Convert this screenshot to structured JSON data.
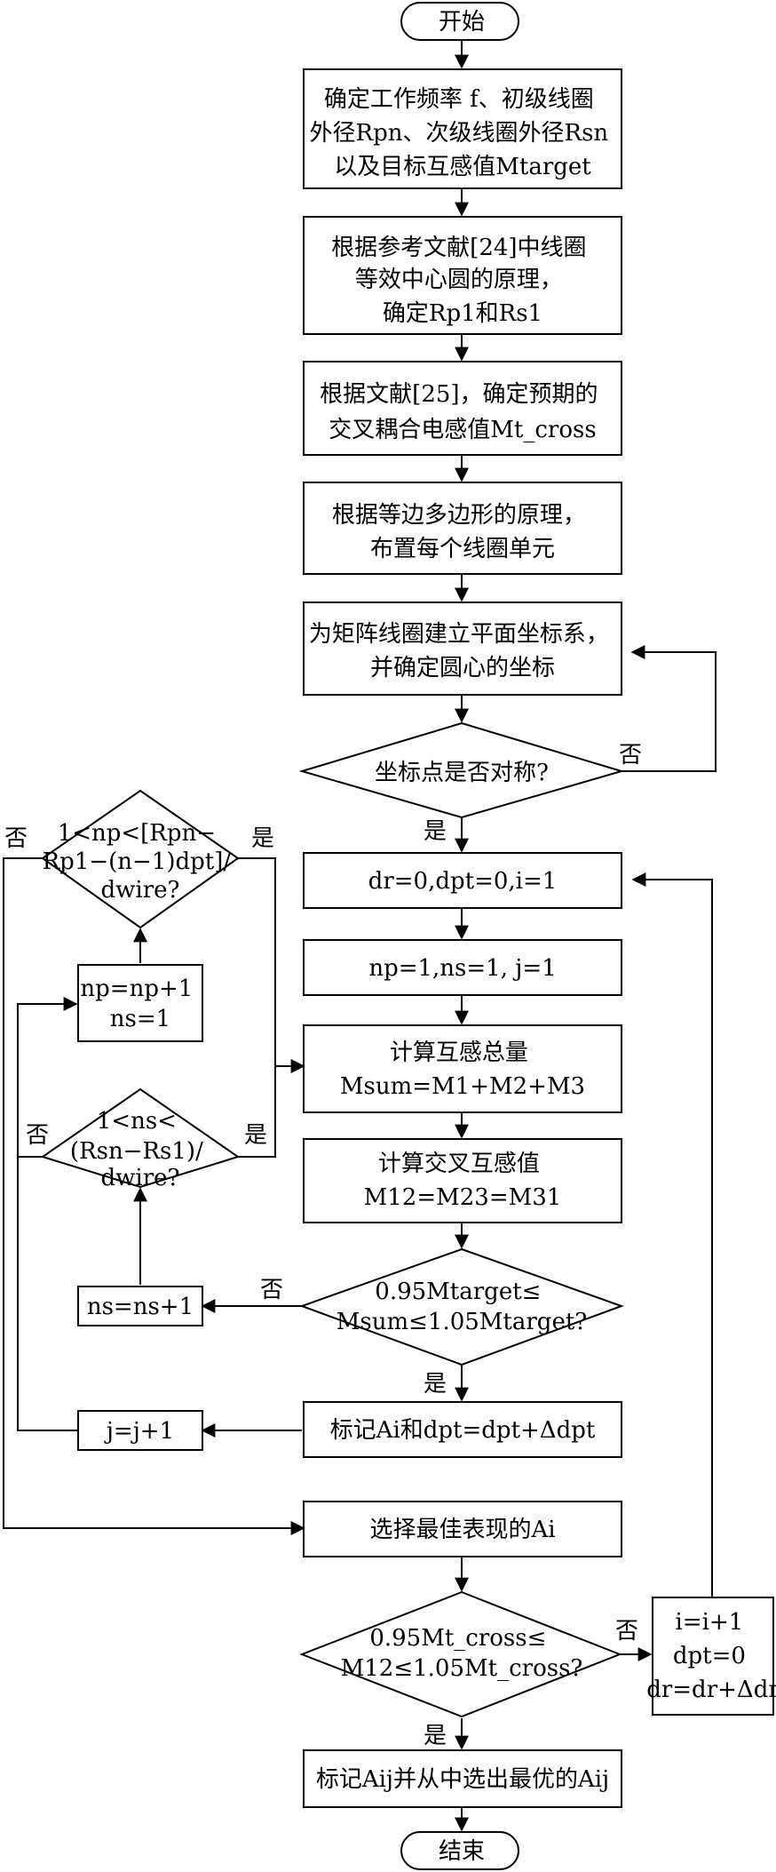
{
  "nodes": {
    "start": [
      "开始"
    ],
    "s1": [
      "确定工作频率 f、初级线圈",
      "外径Rpn、次级线圈外径Rsn",
      "以及目标互感值Mtarget"
    ],
    "s2": [
      "根据参考文献[24]中线圈",
      "等效中心圆的原理，",
      "确定Rp1和Rs1"
    ],
    "s3": [
      "根据文献[25]，确定预期的",
      "交叉耦合电感值Mt_cross"
    ],
    "s4": [
      "根据等边多边形的原理，",
      "布置每个线圈单元"
    ],
    "s5": [
      "为矩阵线圈建立平面坐标系，",
      "并确定圆心的坐标"
    ],
    "d1": [
      "坐标点是否对称?"
    ],
    "s6": [
      "dr=0,dpt=0,i=1"
    ],
    "s7": [
      "np=1,ns=1, j=1"
    ],
    "s8": [
      "计算互感总量",
      "Msum=M1+M2+M3"
    ],
    "s9": [
      "计算交叉互感值",
      "M12=M23=M31"
    ],
    "d2": [
      "0.95Mtarget≤",
      "Msum≤1.05Mtarget?"
    ],
    "s10": [
      "标记Ai和dpt=dpt+Δdpt"
    ],
    "s11": [
      "选择最佳表现的Ai"
    ],
    "d3": [
      "0.95Mt_cross≤",
      "M12≤1.05Mt_cross?"
    ],
    "s12": [
      "标记Aij并从中选出最优的Aij"
    ],
    "end": [
      "结束"
    ],
    "dl1": [
      "1<np<[Rpn−",
      "Rp1−(n−1)dpt]/",
      "dwire?"
    ],
    "bl1": [
      "np=np+1",
      "ns=1"
    ],
    "dl2": [
      "1<ns<",
      "(Rsn−Rs1)/",
      "dwire?"
    ],
    "bl2": [
      "ns=ns+1"
    ],
    "bl3": [
      "j=j+1"
    ],
    "br": [
      "i=i+1",
      "dpt=0",
      "dr=dr+Δdr"
    ]
  },
  "edge_labels": {
    "d1_no": "否",
    "d1_yes": "是",
    "dl1_no": "否",
    "dl1_yes": "是",
    "dl2_no": "否",
    "dl2_yes": "是",
    "d2_no": "否",
    "d2_yes": "是",
    "d3_no": "否",
    "d3_yes": "是"
  }
}
